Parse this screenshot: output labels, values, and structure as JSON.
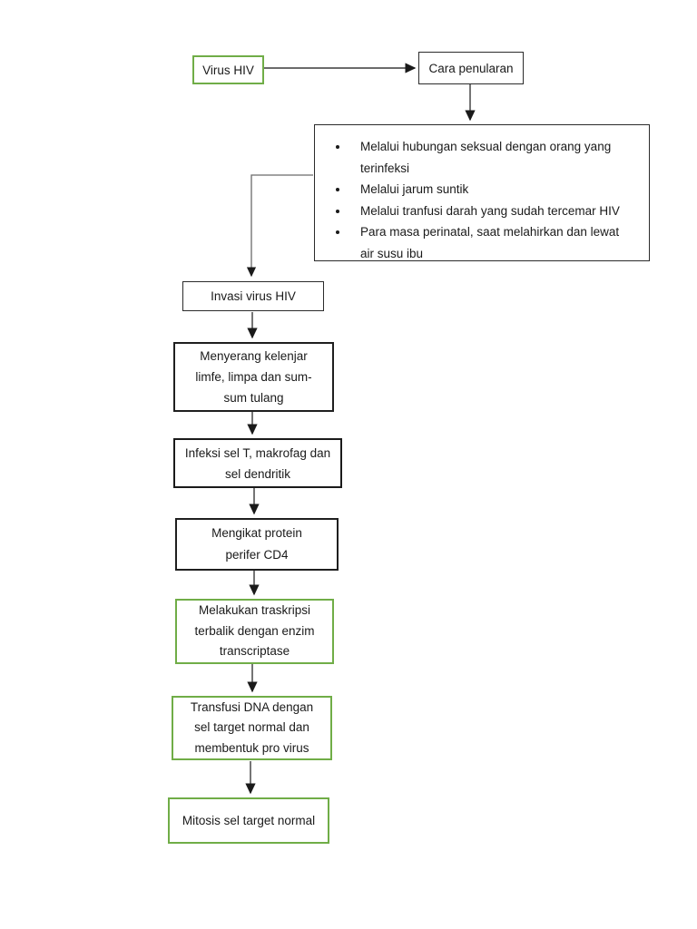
{
  "flowchart": {
    "nodes": {
      "virus_hiv": "Virus HIV",
      "cara_penularan": "Cara penularan",
      "invasi": "Invasi virus HIV",
      "menyerang": "Menyerang kelenjar limfe, limpa dan sum-sum tulang",
      "infeksi": "Infeksi sel T, makrofag dan sel dendritik",
      "mengikat": "Mengikat protein perifer CD4",
      "melakukan": "Melakukan traskripsi terbalik dengan enzim transcriptase",
      "transfusi": "Transfusi DNA dengan sel target normal dan membentuk pro virus",
      "mitosis": "Mitosis sel target normal"
    },
    "transmission_list": [
      "Melalui hubungan seksual dengan orang yang terinfeksi",
      "Melalui jarum suntik",
      "Melalui tranfusi darah yang sudah tercemar HIV",
      "Para masa perinatal, saat melahirkan dan lewat air susu ibu"
    ],
    "colors": {
      "green_border": "#70AD47",
      "black_border": "#1f1f1f",
      "text": "#1a1a1a",
      "background": "#ffffff"
    }
  }
}
